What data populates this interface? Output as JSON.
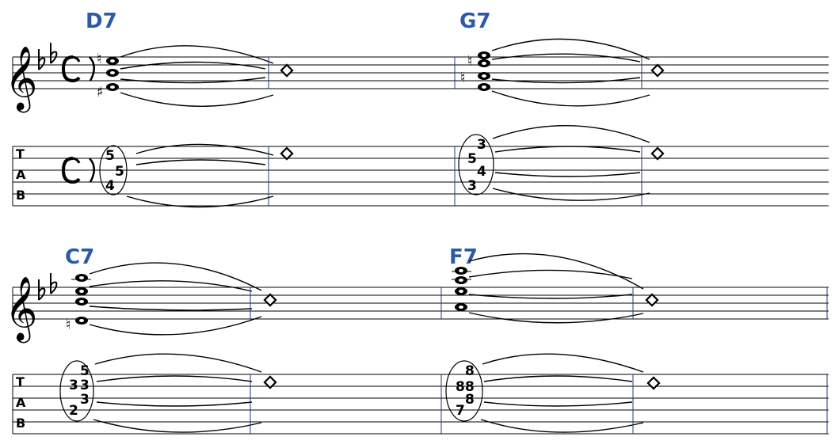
{
  "systems": [
    {
      "measures": [
        {
          "chord": "D7",
          "tab_frets": [
            "5",
            "5",
            "4"
          ]
        },
        {
          "chord": "G7",
          "tab_frets": [
            "3",
            "5",
            "4",
            "3"
          ]
        }
      ]
    },
    {
      "measures": [
        {
          "chord": "C7",
          "tab_frets": [
            "5",
            "3",
            "3",
            "3",
            "2"
          ]
        },
        {
          "chord": "F7",
          "tab_frets": [
            "8",
            "8",
            "8",
            "8",
            "7"
          ]
        }
      ]
    }
  ],
  "tab_clef": [
    "T",
    "A",
    "B"
  ],
  "time_signature": "C",
  "colors": {
    "chord_name": "#2a5aa8",
    "barline": "#1c3c7a"
  }
}
